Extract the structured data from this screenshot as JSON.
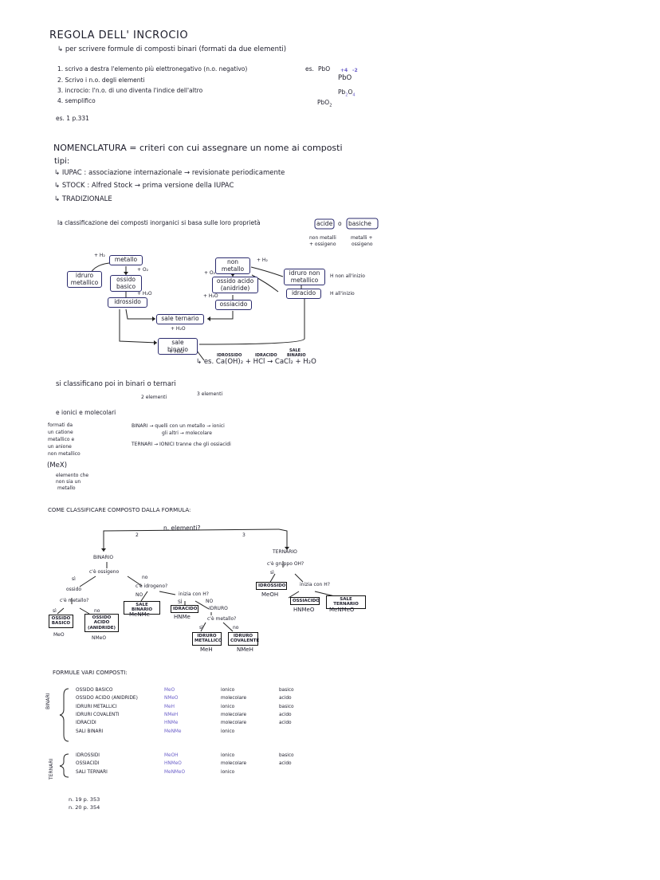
{
  "header": {
    "title": "REGOLA DELL' INCROCIO",
    "subtitle": "↳ per scrivere formule di composti binari (formati da due elementi)"
  },
  "rules": [
    "1. scrivo a destra l'elemento più elettronegativo (n.o. negativo)",
    "2. Scrivo i n.o. degli elementi",
    "3. incrocio: l'n.o. di uno diventa l'indice dell'altro",
    "4. semplifico"
  ],
  "example": {
    "label": "es.",
    "f1": "PbO",
    "f2": "PbO",
    "ox1": "+4",
    "ox2": "-2",
    "f3_base": "Pb",
    "f3_sub1": "2",
    "f3_mid": "O",
    "f3_sub2": "4",
    "f4_base": "PbO",
    "f4_sub": "2"
  },
  "exercise1": "es. 1 p.331",
  "nomenclature": {
    "title": "NOMENCLATURA = criteri con cui assegnare un nome ai composti",
    "tipi": "tipi:",
    "iupac": "↳ IUPAC : associazione internazionale → revisionate periodicamente",
    "stock": "↳ STOCK : Alfred Stock → prima versione della IUPAC",
    "tradizionale": "↳ TRADIZIONALE"
  },
  "classification": {
    "sentence": "la classificazione dei composti inorganici si basa sulle loro proprietà",
    "acide": "acide",
    "o": "o",
    "basiche": "basiche",
    "non_metalli_1": "non metalli",
    "non_metalli_2": "+ ossigeno",
    "metalli_1": "metalli +",
    "metalli_2": "ossigeno"
  },
  "diagram": {
    "metallo": "metallo",
    "idruro_metallico_1": "idruro",
    "idruro_metallico_2": "metallico",
    "ossido_basico_1": "ossido",
    "ossido_basico_2": "basico",
    "idrossido": "idrossido",
    "non_metallo_1": "non",
    "non_metallo_2": "metallo",
    "ossido_acido_1": "ossido acido",
    "ossido_acido_2": "(anidride)",
    "ossiacido": "ossiacido",
    "idruro_non_metallico_1": "idruro non",
    "idruro_non_metallico_2": "metallico",
    "idracido": "idracido",
    "sale_ternario": "sale ternario",
    "sale_binario": "sale binario",
    "h_non_inizio": "H non all'inizio",
    "h_inizio": "H all'inizio",
    "plus_h2_a": "+ H₂",
    "plus_h2_b": "+ H₂",
    "plus_o2_a": "+ O₂",
    "plus_o2_b": "+ O₂",
    "plus_h2o_a": "+ H₂O",
    "plus_h2o_b": "+ H₂O",
    "plus_h2o_c": "+ H₂O",
    "plus_h2o_d": "+ H₂O"
  },
  "reaction": {
    "label_idrossido": "IDROSSIDO",
    "label_idracido": "IDRACIDO",
    "label_sale_1": "SALE",
    "label_sale_2": "BINARIO",
    "equation": "↳ es. Ca(OH)₂ + HCl → CaCl₂ + H₂O"
  },
  "binari_ternari": {
    "line": "si classificano poi in binari o ternari",
    "due": "2 elementi",
    "tre": "3 elementi"
  },
  "ionici": {
    "line": "e ionici e molecolari",
    "desc": [
      "formati da",
      "un catione",
      "metallico e",
      "un anione",
      "non metallico"
    ],
    "mex": "(MeX)",
    "note": [
      "elemento che",
      "non sia un",
      "metallo"
    ],
    "binari_rule_1": "BINARI → quelli con un metallo → ionici",
    "binari_rule_2": "gli altri → molecolare",
    "ternari_rule": "TERNARI → IONICI tranne che gli ossiacidi"
  },
  "tree": {
    "title": "COME CLASSIFICARE COMPOSTO DALLA FORMULA:",
    "root": "n. elementi?",
    "two": "2",
    "three": "3",
    "binario": "BINARIO",
    "c_ossigeno": "c'è ossigeno",
    "si_a": "sì",
    "no_a": "no",
    "ossido": "ossido",
    "c_metallo_a": "c'è metallo?",
    "si_b": "sì",
    "no_b": "no",
    "ossido_basico_1": "OSSIDO",
    "ossido_basico_2": "BASICO",
    "ossido_acido_1": "OSSIDO",
    "ossido_acido_2": "ACIDO",
    "ossido_acido_3": "(ANIDRIDE)",
    "meo": "MeO",
    "nmeo": "NMeO",
    "c_idrogeno": "c'è idrogeno?",
    "no_c": "NO",
    "sale_binario": "SALE BINARIO",
    "menme": "MeNMe",
    "inizia_h_a": "inizia con H?",
    "si_c": "SÌ",
    "no_d": "NO",
    "idracido": "IDRACIDO",
    "hnme": "HNMe",
    "idruro": "IDRURO",
    "c_metallo_b": "c'è metallo?",
    "si_d": "sì",
    "no_e": "no",
    "idruro_met_1": "IDRURO",
    "idruro_met_2": "METALLICO",
    "idruro_cov_1": "IDRURO",
    "idruro_cov_2": "COVALENTE",
    "meh": "MeH",
    "nmeh": "NMeH",
    "ternario": "TERNARIO",
    "c_gruppo_oh": "c'è gruppo OH?",
    "si_e": "sì",
    "idrossido": "IDROSSIDO",
    "meoh": "MeOH",
    "inizia_h_b": "inizia con H?",
    "ossiacido": "OSSIACIDO",
    "sale_ternario": "SALE TERNARIO",
    "hnmeo": "HNMeO",
    "menmeo": "MeNMeO"
  },
  "formule": {
    "title": "FORMULE VARI COMPOSTI:",
    "binari_label": "BINARI",
    "ternari_label": "TERNARI",
    "binari": [
      {
        "name": "OSSIDO BASICO",
        "formula": "MeO",
        "type": "ionico",
        "prop": "basico"
      },
      {
        "name": "OSSIDO ACIDO (ANIDRIDE)",
        "formula": "NMeO",
        "type": "molecolare",
        "prop": "acido"
      },
      {
        "name": "IDRURI METALLICI",
        "formula": "MeH",
        "type": "ionico",
        "prop": "basico"
      },
      {
        "name": "IDRURI COVALENTI",
        "formula": "NMeH",
        "type": "molecolare",
        "prop": "acido"
      },
      {
        "name": "IDRACIDI",
        "formula": "HNMe",
        "type": "molecolare",
        "prop": "acido"
      },
      {
        "name": "SALI BINARI",
        "formula": "MeNMe",
        "type": "ionico",
        "prop": ""
      }
    ],
    "ternari": [
      {
        "name": "IDROSSIDI",
        "formula": "MeOH",
        "type": "ionico",
        "prop": "basico"
      },
      {
        "name": "OSSIACIDI",
        "formula": "HNMeO",
        "type": "molecolare",
        "prop": "acido"
      },
      {
        "name": "SALI TERNARI",
        "formula": "MeNMeO",
        "type": "ionico",
        "prop": ""
      }
    ]
  },
  "exercises": [
    "n. 19 p. 353",
    "n. 20 p. 354"
  ],
  "colors": {
    "ink": "#1d1d2b",
    "box_border": "#2b2b6e",
    "accent_purple": "#6b5fc9"
  }
}
